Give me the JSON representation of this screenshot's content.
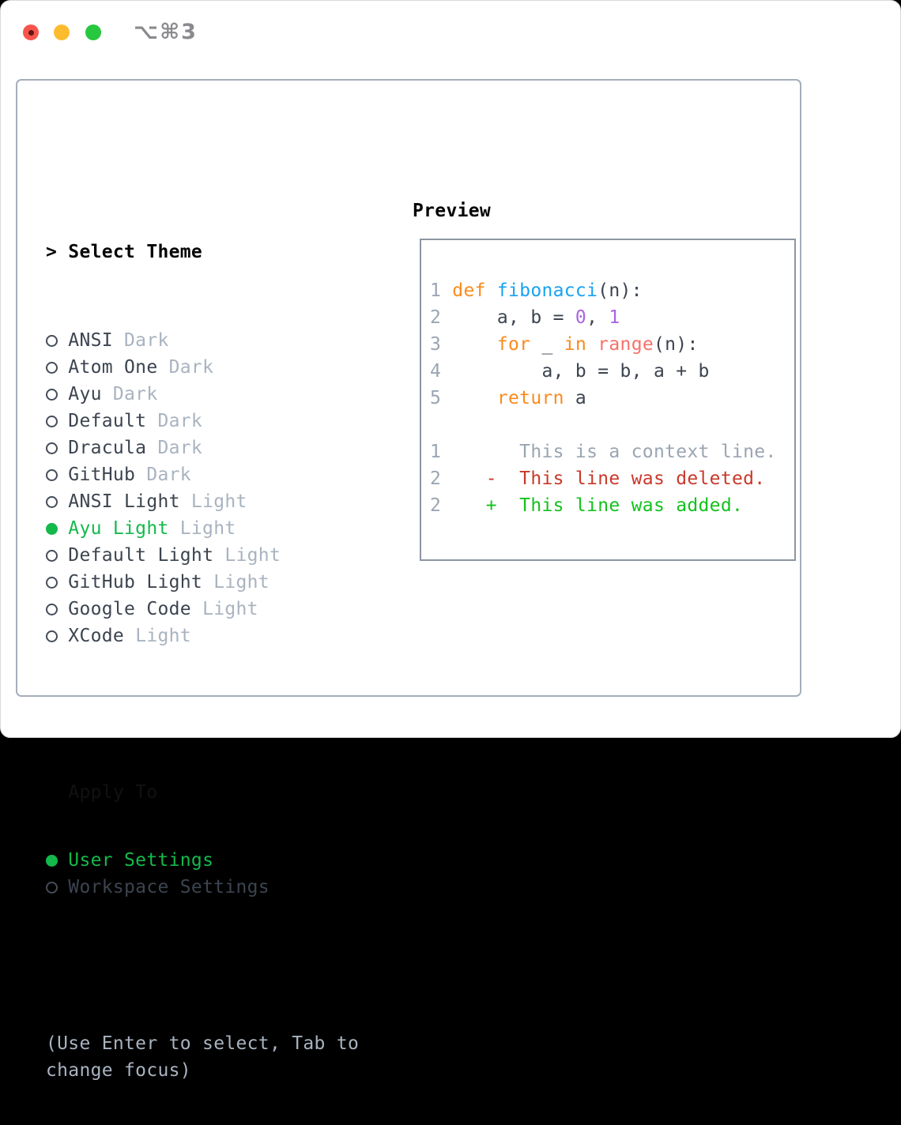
{
  "window": {
    "shortcut": "⌥⌘3"
  },
  "colors": {
    "accent-green": "#14b94b",
    "keyword": "#f98b1d",
    "function": "#17a2f1",
    "number": "#a965e1",
    "builtin": "#f9706a",
    "deleted": "#c9392a",
    "added": "#12c21d",
    "text-dark": "#3c4450",
    "text-muted": "#a9b3c0",
    "line-number": "#9aa5b2",
    "traffic-red": "#f7554c",
    "traffic-yellow": "#fdbc2f",
    "traffic-green": "#27c83f"
  },
  "theme_panel": {
    "header_prefix": ">",
    "header": "Select Theme",
    "themes": [
      {
        "name": "ANSI",
        "variant": "Dark",
        "selected": false
      },
      {
        "name": "Atom One",
        "variant": "Dark",
        "selected": false
      },
      {
        "name": "Ayu",
        "variant": "Dark",
        "selected": false
      },
      {
        "name": "Default",
        "variant": "Dark",
        "selected": false
      },
      {
        "name": "Dracula",
        "variant": "Dark",
        "selected": false
      },
      {
        "name": "GitHub",
        "variant": "Dark",
        "selected": false
      },
      {
        "name": "ANSI Light",
        "variant": "Light",
        "selected": false
      },
      {
        "name": "Ayu Light",
        "variant": "Light",
        "selected": true
      },
      {
        "name": "Default Light",
        "variant": "Light",
        "selected": false
      },
      {
        "name": "GitHub Light",
        "variant": "Light",
        "selected": false
      },
      {
        "name": "Google Code",
        "variant": "Light",
        "selected": false
      },
      {
        "name": "XCode",
        "variant": "Light",
        "selected": false
      }
    ],
    "apply_to": {
      "label": "Apply To",
      "options": [
        {
          "label": "User Settings",
          "selected": true
        },
        {
          "label": "Workspace Settings",
          "selected": false
        }
      ]
    },
    "hint": "(Use Enter to select, Tab to change focus)"
  },
  "preview": {
    "title": "Preview",
    "lines": [
      {
        "num": "1",
        "tokens": [
          [
            "k",
            "def"
          ],
          [
            "p",
            " "
          ],
          [
            "f",
            "fibonacci"
          ],
          [
            "p",
            "(n):"
          ]
        ]
      },
      {
        "num": "2",
        "tokens": [
          [
            "p",
            "    a, b = "
          ],
          [
            "n",
            "0"
          ],
          [
            "p",
            ", "
          ],
          [
            "n",
            "1"
          ]
        ]
      },
      {
        "num": "3",
        "tokens": [
          [
            "p",
            "    "
          ],
          [
            "k",
            "for"
          ],
          [
            "p",
            " _ "
          ],
          [
            "k",
            "in"
          ],
          [
            "p",
            " "
          ],
          [
            "b",
            "range"
          ],
          [
            "p",
            "(n):"
          ]
        ]
      },
      {
        "num": "4",
        "tokens": [
          [
            "p",
            "        a, b = b, a + b"
          ]
        ]
      },
      {
        "num": "5",
        "tokens": [
          [
            "p",
            "    "
          ],
          [
            "k",
            "return"
          ],
          [
            "p",
            " a"
          ]
        ]
      },
      {
        "num": "",
        "tokens": []
      },
      {
        "num": "1",
        "tokens": [
          [
            "c",
            "      This is a context line."
          ]
        ]
      },
      {
        "num": "2",
        "tokens": [
          [
            "d",
            "   -  This line was deleted."
          ]
        ]
      },
      {
        "num": "2",
        "tokens": [
          [
            "a",
            "   +  This line was added."
          ]
        ]
      }
    ]
  }
}
